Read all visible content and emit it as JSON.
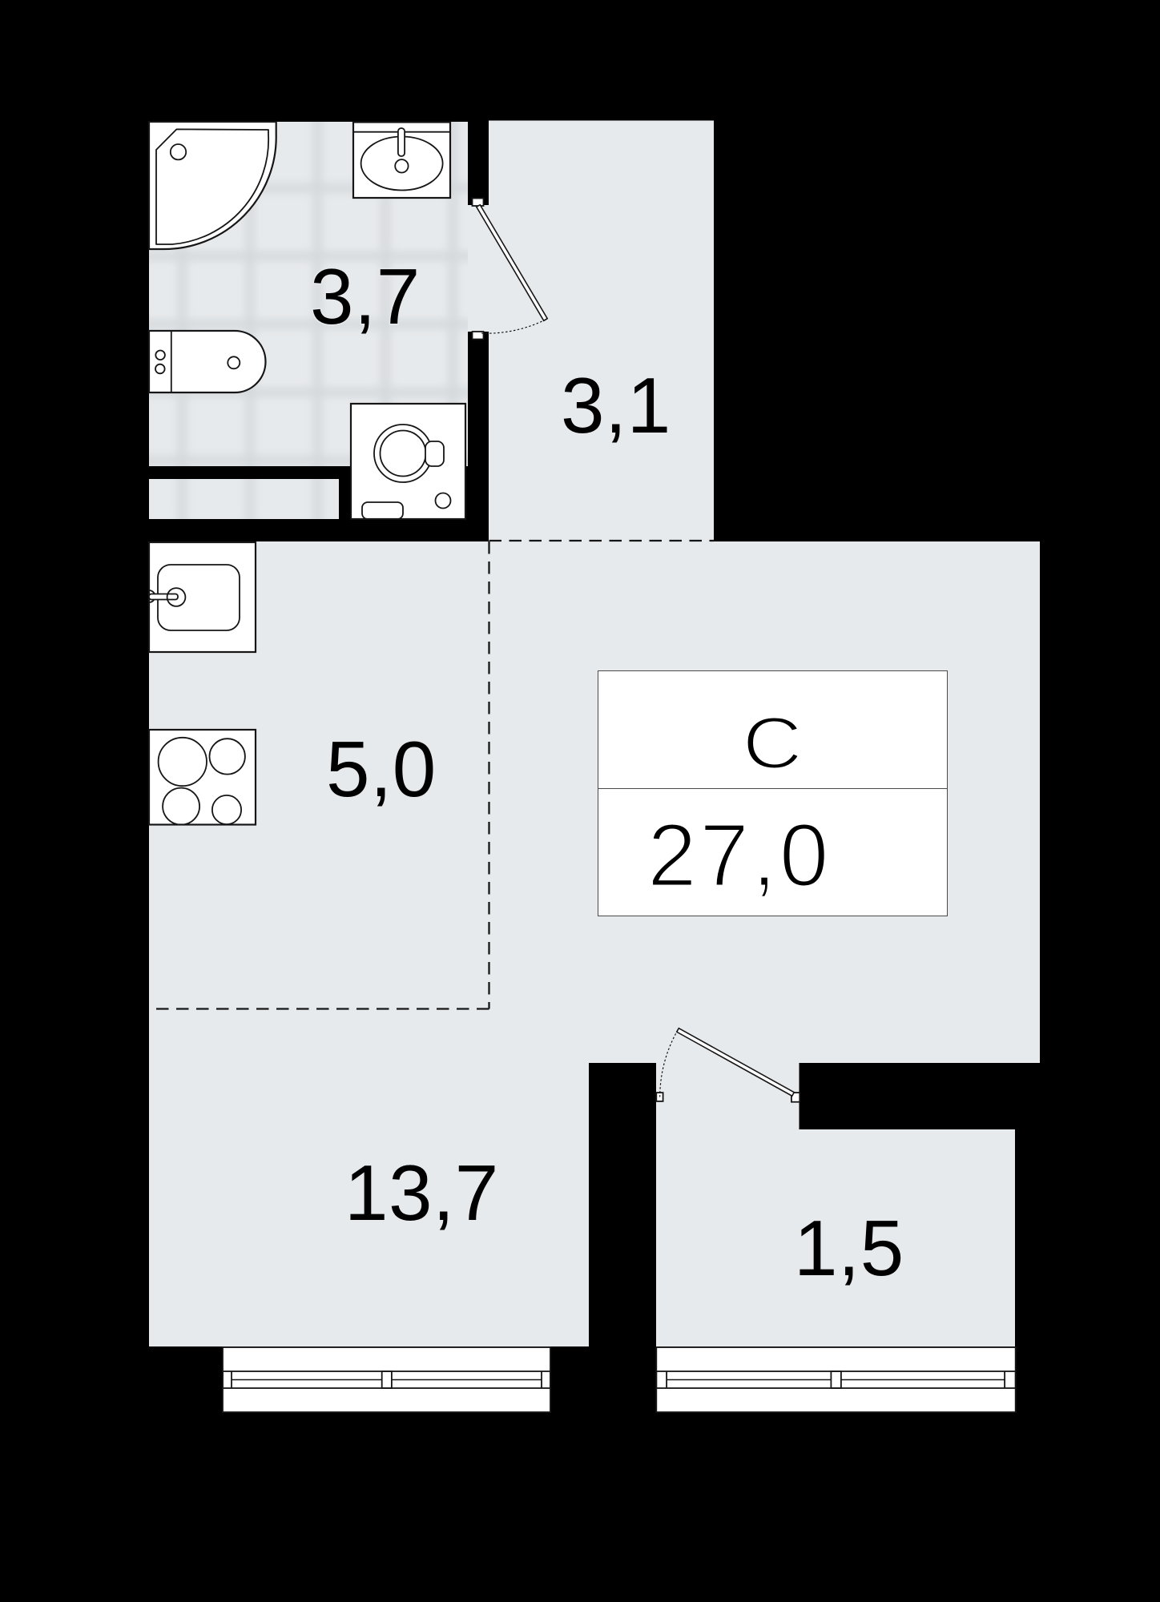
{
  "plan": {
    "type": "apartment-floor-plan",
    "unit": {
      "type_label": "С",
      "total_area_label": "27,0"
    },
    "rooms": [
      {
        "name": "bathroom",
        "area_label": "3,7"
      },
      {
        "name": "hallway",
        "area_label": "3,1"
      },
      {
        "name": "kitchen",
        "area_label": "5,0"
      },
      {
        "name": "living-room",
        "area_label": "13,7"
      },
      {
        "name": "balcony",
        "area_label": "1,5"
      }
    ],
    "fixtures": [
      {
        "room": "bathroom",
        "items": [
          "bathtub",
          "sink",
          "toilet",
          "washing-machine"
        ]
      },
      {
        "room": "kitchen",
        "items": [
          "sink",
          "stove"
        ]
      }
    ],
    "features": [
      "bathroom-door-swing",
      "balcony-door-swing",
      "living-room-window",
      "balcony-window",
      "kitchen-zone-dashed-boundary",
      "hallway-zone-dashed-boundary"
    ],
    "colors": {
      "background": "#000000",
      "floor": "#e7eaec",
      "tile_line": "#c9ced2",
      "fixture_fill": "#ffffff",
      "line": "#161616",
      "label_box_border": "#4a4a4a"
    }
  }
}
